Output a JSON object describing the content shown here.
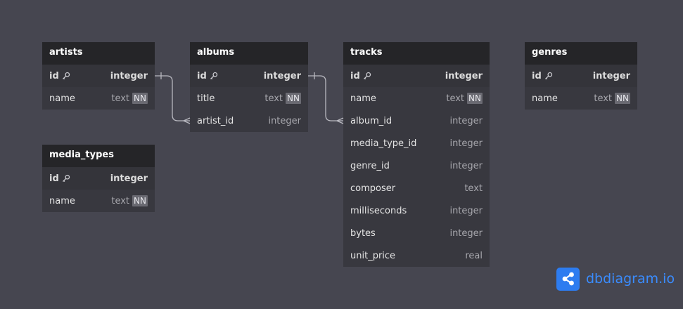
{
  "tables": [
    {
      "key": "artists",
      "name": "artists",
      "fields": [
        {
          "name": "id",
          "type": "integer",
          "pk": true,
          "nn": false
        },
        {
          "name": "name",
          "type": "text",
          "pk": false,
          "nn": true
        }
      ]
    },
    {
      "key": "media_types",
      "name": "media_types",
      "fields": [
        {
          "name": "id",
          "type": "integer",
          "pk": true,
          "nn": false
        },
        {
          "name": "name",
          "type": "text",
          "pk": false,
          "nn": true
        }
      ]
    },
    {
      "key": "albums",
      "name": "albums",
      "fields": [
        {
          "name": "id",
          "type": "integer",
          "pk": true,
          "nn": false
        },
        {
          "name": "title",
          "type": "text",
          "pk": false,
          "nn": true
        },
        {
          "name": "artist_id",
          "type": "integer",
          "pk": false,
          "nn": false
        }
      ]
    },
    {
      "key": "tracks",
      "name": "tracks",
      "fields": [
        {
          "name": "id",
          "type": "integer",
          "pk": true,
          "nn": false
        },
        {
          "name": "name",
          "type": "text",
          "pk": false,
          "nn": true
        },
        {
          "name": "album_id",
          "type": "integer",
          "pk": false,
          "nn": false
        },
        {
          "name": "media_type_id",
          "type": "integer",
          "pk": false,
          "nn": false
        },
        {
          "name": "genre_id",
          "type": "integer",
          "pk": false,
          "nn": false
        },
        {
          "name": "composer",
          "type": "text",
          "pk": false,
          "nn": false
        },
        {
          "name": "milliseconds",
          "type": "integer",
          "pk": false,
          "nn": false
        },
        {
          "name": "bytes",
          "type": "integer",
          "pk": false,
          "nn": false
        },
        {
          "name": "unit_price",
          "type": "real",
          "pk": false,
          "nn": false
        }
      ]
    },
    {
      "key": "genres",
      "name": "genres",
      "fields": [
        {
          "name": "id",
          "type": "integer",
          "pk": true,
          "nn": false
        },
        {
          "name": "name",
          "type": "text",
          "pk": false,
          "nn": true
        }
      ]
    }
  ],
  "relationships": [
    {
      "from_table": "artists",
      "from_field": "id",
      "to_table": "albums",
      "to_field": "artist_id",
      "type": "one-to-many"
    },
    {
      "from_table": "albums",
      "from_field": "id",
      "to_table": "tracks",
      "to_field": "album_id",
      "type": "one-to-many"
    }
  ],
  "nn_label": "NN",
  "brand": {
    "name": "dbdiagram.io",
    "color": "#3a8cff"
  },
  "colors": {
    "background": "#464650",
    "table_body": "#38383f",
    "table_header": "#252528",
    "connector": "#b9b9c0"
  }
}
